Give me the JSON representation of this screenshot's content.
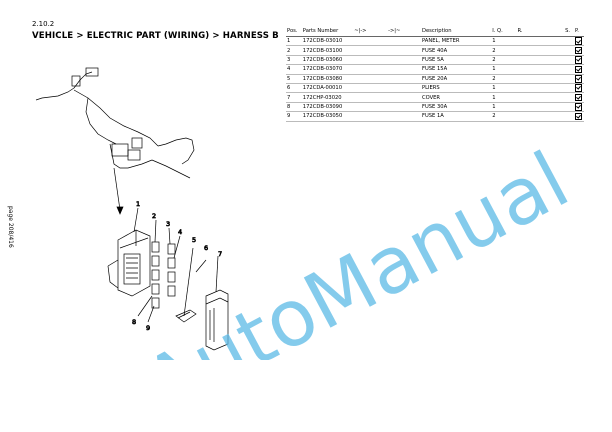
{
  "section_number": "2.10.2",
  "title": "VEHICLE > ELECTRIC PART (WIRING) > HARNESS B",
  "side_page_label": "page 208/416",
  "watermark": "AutoManual",
  "table": {
    "headers": [
      "Pos.",
      "Parts Number",
      "~|->",
      "->|~",
      "Description",
      "I. Q.",
      "R.",
      "S.",
      "P."
    ],
    "rows": [
      {
        "pos": "1",
        "part": "172CDB-03010",
        "desc": "PANEL, METER",
        "qty": "1"
      },
      {
        "pos": "2",
        "part": "172CDB-03100",
        "desc": "FUSE 40A",
        "qty": "2"
      },
      {
        "pos": "3",
        "part": "172CDB-03060",
        "desc": "FUSE 5A",
        "qty": "2"
      },
      {
        "pos": "4",
        "part": "172CDB-03070",
        "desc": "FUSE 15A",
        "qty": "1"
      },
      {
        "pos": "5",
        "part": "172CDB-03080",
        "desc": "FUSE 20A",
        "qty": "2"
      },
      {
        "pos": "6",
        "part": "172CDA-00010",
        "desc": "PLIERS",
        "qty": "1"
      },
      {
        "pos": "7",
        "part": "172CHP-03020",
        "desc": "COVER",
        "qty": "1"
      },
      {
        "pos": "8",
        "part": "172CDB-03090",
        "desc": "FUSE 30A",
        "qty": "1"
      },
      {
        "pos": "9",
        "part": "172CDB-03050",
        "desc": "FUSE 1A",
        "qty": "2"
      }
    ]
  },
  "diagram_labels": [
    "1",
    "2",
    "3",
    "4",
    "5",
    "6",
    "7",
    "8",
    "9"
  ]
}
